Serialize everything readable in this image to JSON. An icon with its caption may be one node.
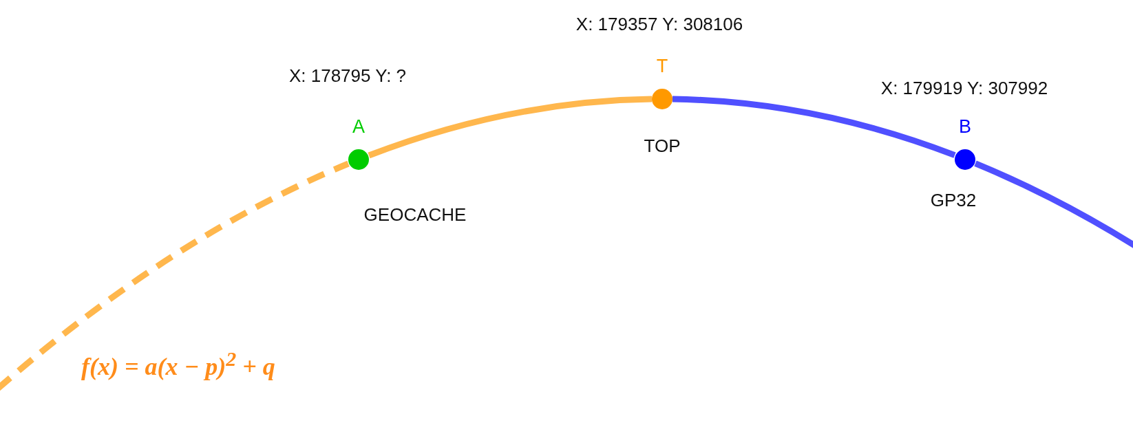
{
  "diagram": {
    "nodes": [
      {
        "text": [
          "A"
        ],
        "beside": [
          "X: 178795  Y: ?",
          "GEOCACHE"
        ]
      },
      {
        "text": [
          "T"
        ],
        "beside": [
          "X: 179357  Y: 308106",
          "TOP"
        ]
      },
      {
        "text": [
          "B"
        ],
        "beside": [
          "X: 179919  Y: 307992",
          "GP32"
        ]
      }
    ],
    "edges": [
      {
        "from": null,
        "to": 0,
        "arrow": "none",
        "style": "dashed",
        "color": "#ffb74d"
      },
      {
        "from": 0,
        "to": 1,
        "arrow": "none",
        "color": "#ffb74d"
      },
      {
        "from": 1,
        "to": 2,
        "arrow": "none",
        "color": "#5050ff"
      },
      {
        "from": 2,
        "to": null,
        "arrow": "none",
        "color": "#5050ff"
      }
    ],
    "labels": [
      "f(x) = a(x − p)$^{2}$ + q"
    ]
  }
}
